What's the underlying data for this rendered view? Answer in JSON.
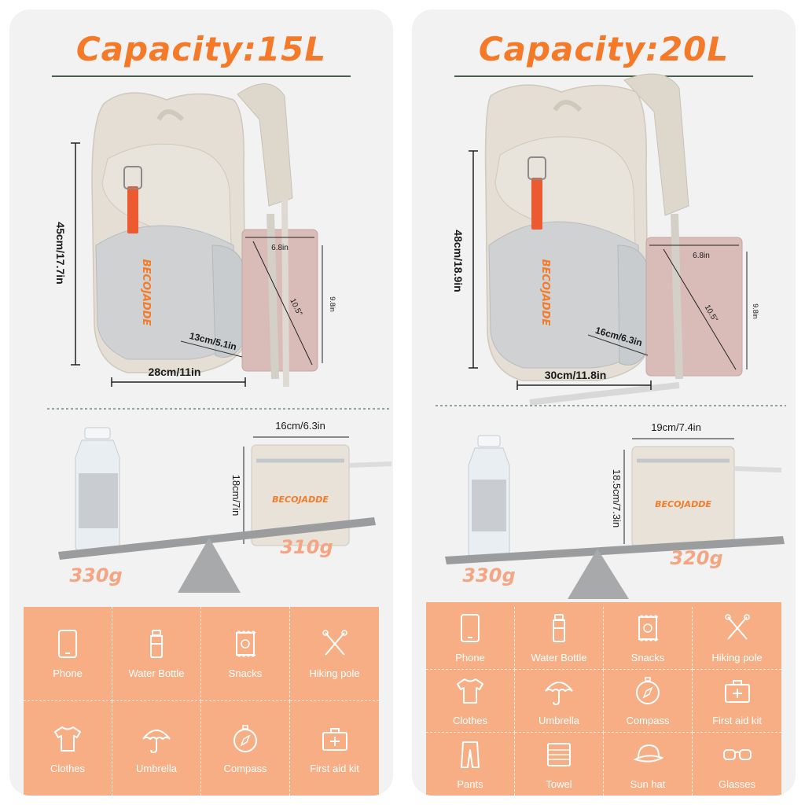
{
  "left": {
    "title": "Capacity:15L",
    "height_label": "45cm/17.7in",
    "width_label": "28cm/11in",
    "depth_label": "13cm/5.1in",
    "tablet_width": "6.8in",
    "tablet_diag": "10.5″",
    "tablet_height": "9.8in",
    "brand": "BECOJADDE",
    "pouch_width": "16cm/6.3in",
    "pouch_height": "18cm/7in",
    "bottle_weight": "330g",
    "pack_weight": "310g",
    "items": [
      {
        "icon": "phone-icon",
        "label": "Phone"
      },
      {
        "icon": "water-bottle-icon",
        "label": "Water Bottle"
      },
      {
        "icon": "snacks-icon",
        "label": "Snacks"
      },
      {
        "icon": "hiking-pole-icon",
        "label": "Hiking pole"
      },
      {
        "icon": "clothes-icon",
        "label": "Clothes"
      },
      {
        "icon": "umbrella-icon",
        "label": "Umbrella"
      },
      {
        "icon": "compass-icon",
        "label": "Compass"
      },
      {
        "icon": "first-aid-kit-icon",
        "label": "First aid kit"
      }
    ]
  },
  "right": {
    "title": "Capacity:20L",
    "height_label": "48cm/18.9in",
    "width_label": "30cm/11.8in",
    "depth_label": "16cm/6.3in",
    "tablet_width": "6.8in",
    "tablet_diag": "10.5″",
    "tablet_height": "9.8in",
    "brand": "BECOJADDE",
    "pouch_width": "19cm/7.4in",
    "pouch_height": "18.5cm/7.3in",
    "bottle_weight": "330g",
    "pack_weight": "320g",
    "items": [
      {
        "icon": "phone-icon",
        "label": "Phone"
      },
      {
        "icon": "water-bottle-icon",
        "label": "Water Bottle"
      },
      {
        "icon": "snacks-icon",
        "label": "Snacks"
      },
      {
        "icon": "hiking-pole-icon",
        "label": "Hiking pole"
      },
      {
        "icon": "clothes-icon",
        "label": "Clothes"
      },
      {
        "icon": "umbrella-icon",
        "label": "Umbrella"
      },
      {
        "icon": "compass-icon",
        "label": "Compass"
      },
      {
        "icon": "first-aid-kit-icon",
        "label": "First aid kit"
      },
      {
        "icon": "pants-icon",
        "label": "Pants"
      },
      {
        "icon": "towel-icon",
        "label": "Towel"
      },
      {
        "icon": "sun-hat-icon",
        "label": "Sun hat"
      },
      {
        "icon": "glasses-icon",
        "label": "Glasses"
      }
    ]
  },
  "colors": {
    "accent_orange": "#f47a2a",
    "panel_bg": "#f2f2f2",
    "grid_bg": "#f7ae84",
    "weight_text": "#f4a684",
    "backpack_beige": "#e4ded4",
    "mesh_grey": "#cfd1d3",
    "tablet_pink": "#d9bcb8"
  }
}
